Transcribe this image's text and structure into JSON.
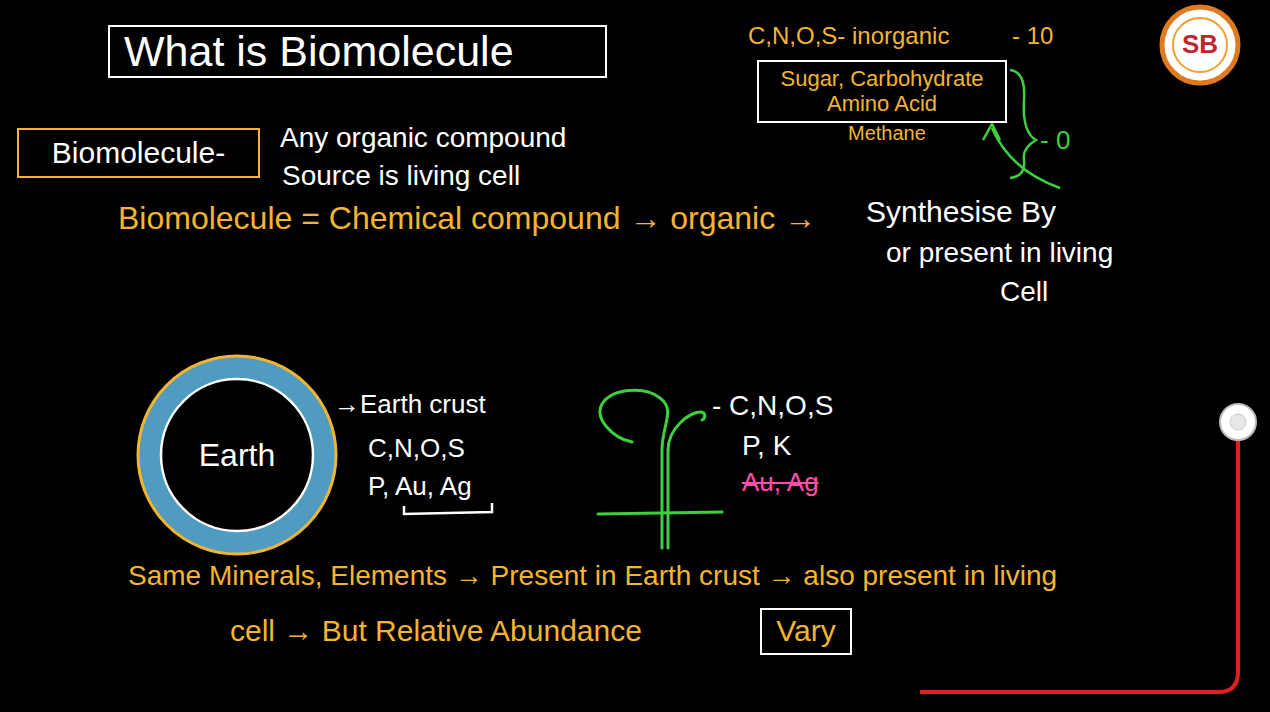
{
  "diagram": {
    "title": "What is Biomolecule",
    "nodes": [
      {
        "text": [
          "Biomolecule-"
        ]
      },
      {
        "text": [
          "Sugar, Carbohydrate",
          "Amino Acid"
        ]
      },
      {
        "text": [
          "Earth"
        ]
      },
      {
        "text": [
          "Vary"
        ]
      }
    ],
    "labels": [
      "Any organic compound",
      "Source is living cell",
      "C,N,O,S- inorganic",
      "- 10",
      "Methane",
      "- 0",
      "Biomolecule = Chemical compound → organic →",
      "Synthesise By",
      "or present in living",
      "Cell",
      "→Earth crust",
      "C,N,O,S",
      "P, Au, Ag",
      "- C,N,O,S",
      "P, K",
      "Au, Ag",
      "Same Minerals, Elements → Present in Earth crust → also present in living",
      "cell → But Relative Abundance",
      "SB"
    ]
  }
}
